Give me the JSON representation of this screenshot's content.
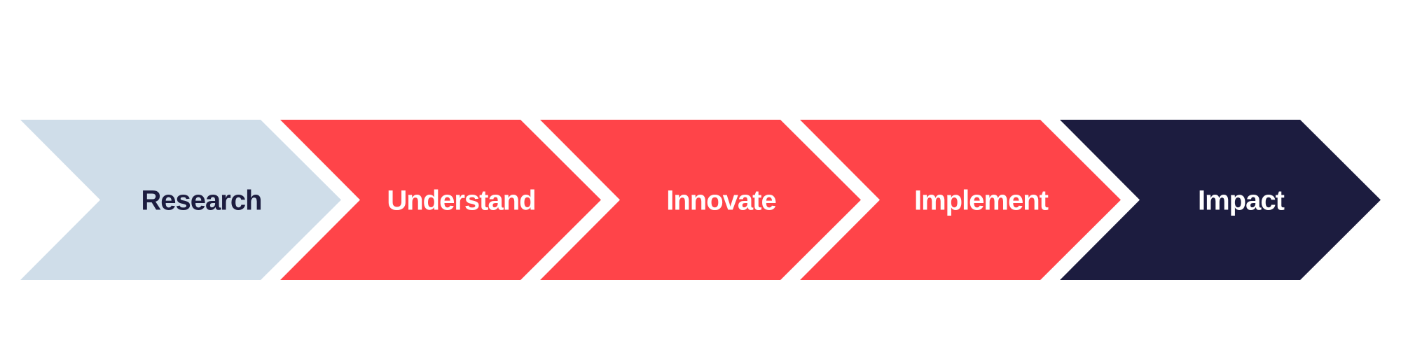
{
  "steps": [
    {
      "label": "Research",
      "fill": "#cfdde9",
      "text_color": "#1c1c3f"
    },
    {
      "label": "Understand",
      "fill": "#ff4449",
      "text_color": "#ffffff"
    },
    {
      "label": "Innovate",
      "fill": "#ff4449",
      "text_color": "#ffffff"
    },
    {
      "label": "Implement",
      "fill": "#ff4449",
      "text_color": "#ffffff"
    },
    {
      "label": "Impact",
      "fill": "#1c1c3f",
      "text_color": "#ffffff"
    }
  ]
}
